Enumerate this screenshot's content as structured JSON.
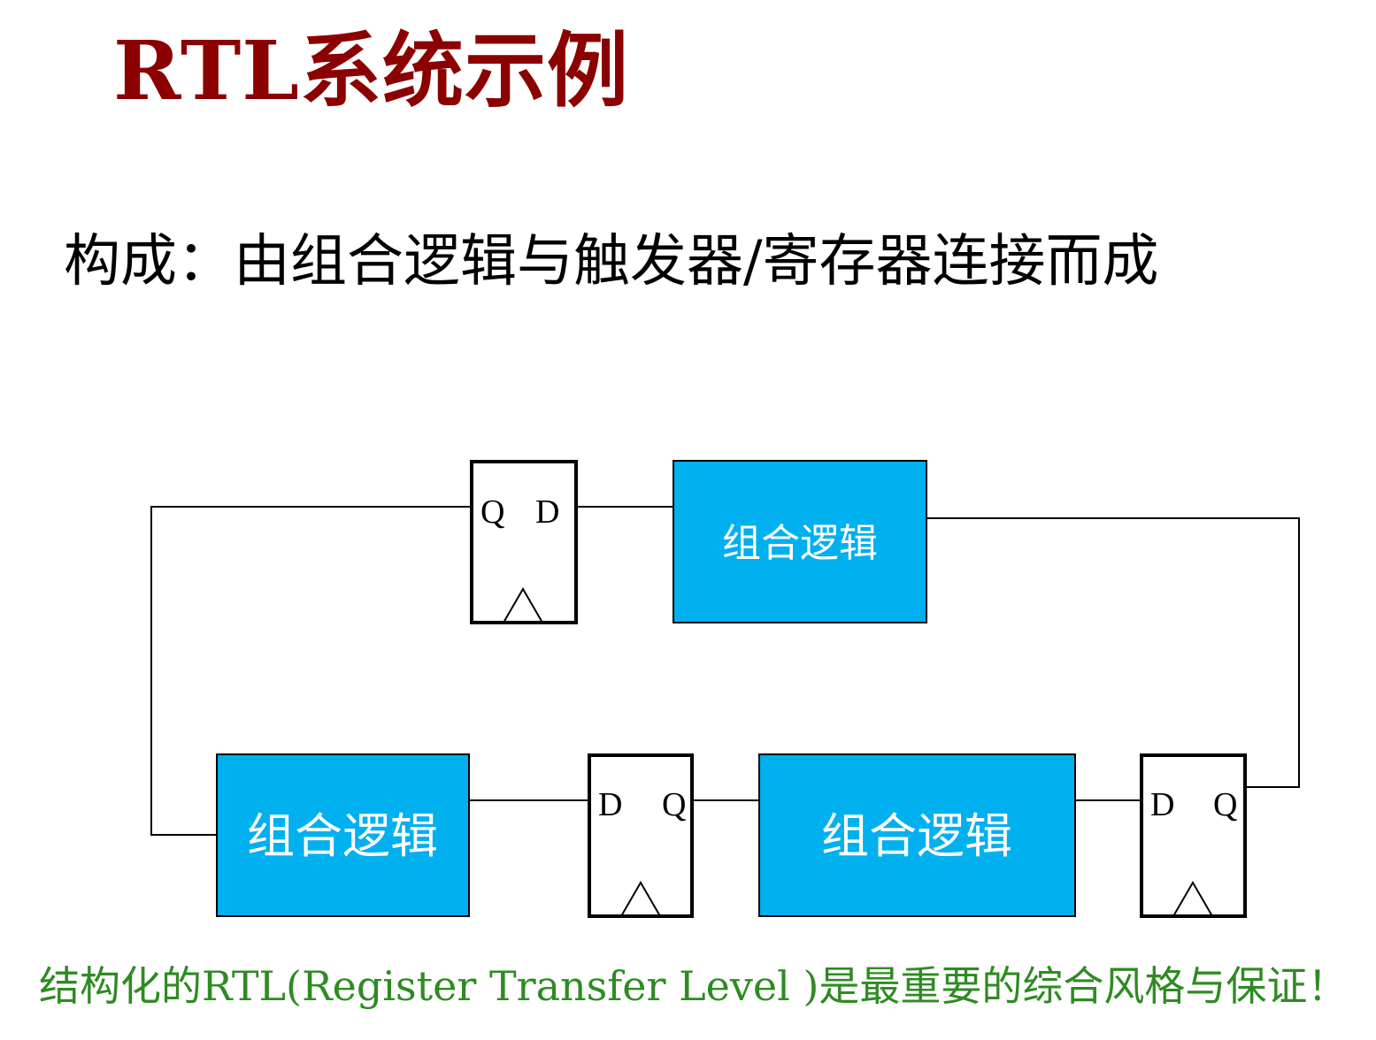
{
  "slide": {
    "title": "RTL系统示例",
    "subtitle": "构成：由组合逻辑与触发器/寄存器连接而成",
    "footer_note": "结构化的RTL(Register Transfer Level )是最重要的综合风格与保证！"
  },
  "diagram": {
    "comb_blocks": [
      {
        "label": "组合逻辑"
      },
      {
        "label": "组合逻辑"
      },
      {
        "label": "组合逻辑"
      }
    ],
    "flip_flops": [
      {
        "left_pin": "Q",
        "right_pin": "D"
      },
      {
        "left_pin": "D",
        "right_pin": "Q"
      },
      {
        "left_pin": "D",
        "right_pin": "Q"
      }
    ]
  },
  "colors": {
    "title": "#8b0000",
    "footer": "#2e8b22",
    "comb_fill": "#00b0ef",
    "wire": "#000000"
  }
}
